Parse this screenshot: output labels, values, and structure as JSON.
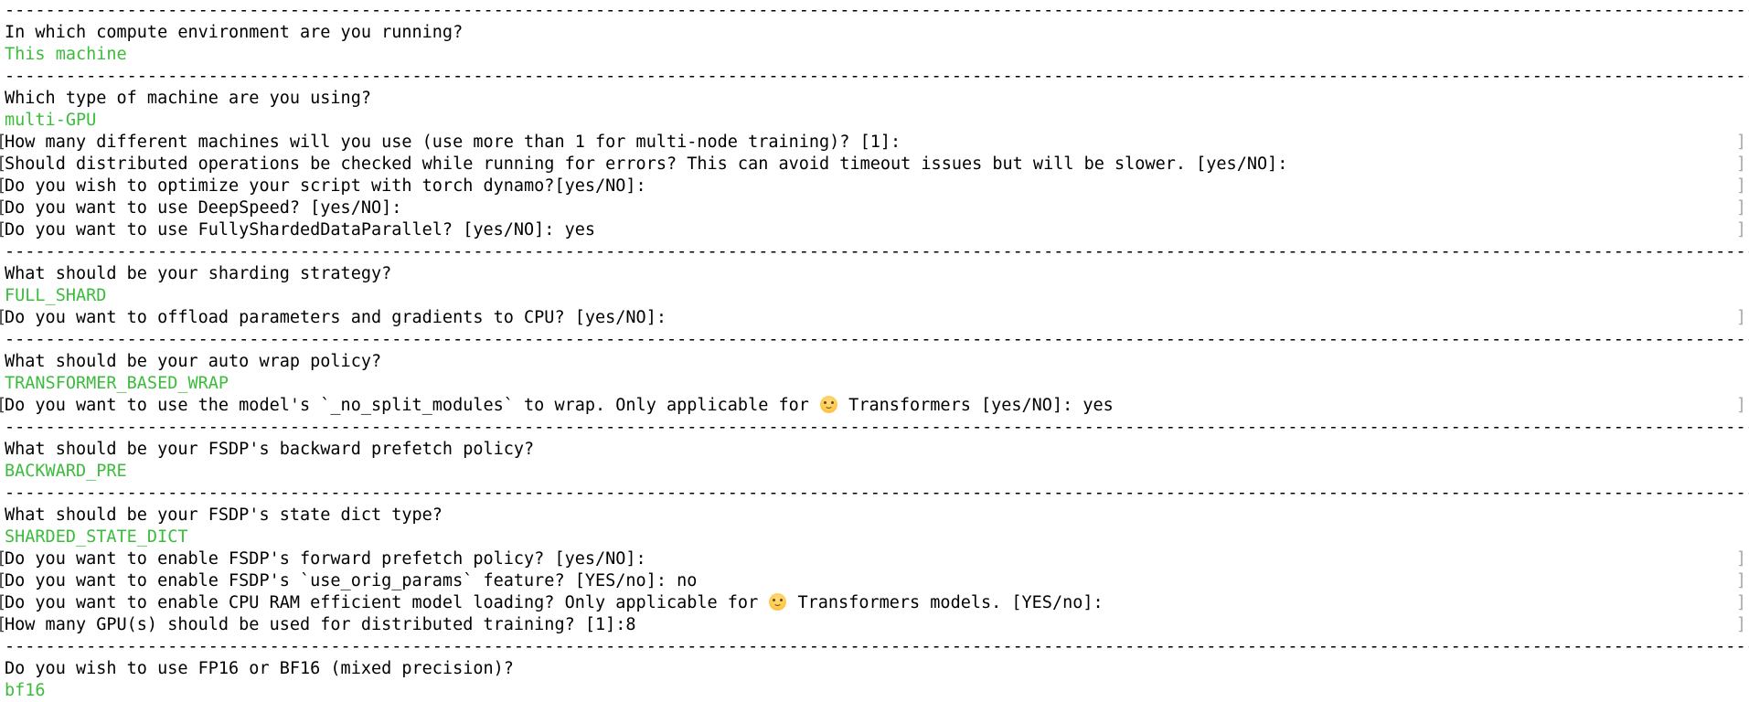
{
  "terminal": {
    "colors": {
      "background": "#ffffff",
      "text": "#000000",
      "answer_green": "#3cbc3c",
      "right_bracket_gray": "#aaaaaa",
      "left_bracket_dark": "#3c3c3c"
    },
    "separator_char": "-",
    "separator_repeat": 172,
    "hug_emoji": "🤗",
    "lines": [
      {
        "type": "separator"
      },
      {
        "type": "question",
        "text": "In which compute environment are you running?"
      },
      {
        "type": "answer",
        "text": "This machine"
      },
      {
        "type": "separator"
      },
      {
        "type": "question",
        "text": "Which type of machine are you using?"
      },
      {
        "type": "answer",
        "text": "multi-GPU"
      },
      {
        "type": "prompt",
        "text": "How many different machines will you use (use more than 1 for multi-node training)? [1]:"
      },
      {
        "type": "prompt",
        "text": "Should distributed operations be checked while running for errors? This can avoid timeout issues but will be slower. [yes/NO]:"
      },
      {
        "type": "prompt",
        "text": "Do you wish to optimize your script with torch dynamo?[yes/NO]:"
      },
      {
        "type": "prompt",
        "text": "Do you want to use DeepSpeed? [yes/NO]:"
      },
      {
        "type": "prompt",
        "text": "Do you want to use FullyShardedDataParallel? [yes/NO]: yes"
      },
      {
        "type": "separator"
      },
      {
        "type": "question",
        "text": "What should be your sharding strategy?"
      },
      {
        "type": "answer",
        "text": "FULL_SHARD"
      },
      {
        "type": "prompt",
        "text": "Do you want to offload parameters and gradients to CPU? [yes/NO]:"
      },
      {
        "type": "separator"
      },
      {
        "type": "question",
        "text": "What should be your auto wrap policy?"
      },
      {
        "type": "answer",
        "text": "TRANSFORMER_BASED_WRAP"
      },
      {
        "type": "prompt",
        "text": "Do you want to use the model's `_no_split_modules` to wrap. Only applicable for 🤗 Transformers [yes/NO]: yes"
      },
      {
        "type": "separator"
      },
      {
        "type": "question",
        "text": "What should be your FSDP's backward prefetch policy?"
      },
      {
        "type": "answer",
        "text": "BACKWARD_PRE"
      },
      {
        "type": "separator"
      },
      {
        "type": "question",
        "text": "What should be your FSDP's state dict type?"
      },
      {
        "type": "answer",
        "text": "SHARDED_STATE_DICT"
      },
      {
        "type": "prompt",
        "text": "Do you want to enable FSDP's forward prefetch policy? [yes/NO]:"
      },
      {
        "type": "prompt",
        "text": "Do you want to enable FSDP's `use_orig_params` feature? [YES/no]: no"
      },
      {
        "type": "prompt",
        "text": "Do you want to enable CPU RAM efficient model loading? Only applicable for 🤗 Transformers models. [YES/no]:"
      },
      {
        "type": "prompt",
        "text": "How many GPU(s) should be used for distributed training? [1]:8"
      },
      {
        "type": "separator"
      },
      {
        "type": "question",
        "text": "Do you wish to use FP16 or BF16 (mixed precision)?"
      },
      {
        "type": "answer",
        "text": "bf16"
      }
    ]
  }
}
